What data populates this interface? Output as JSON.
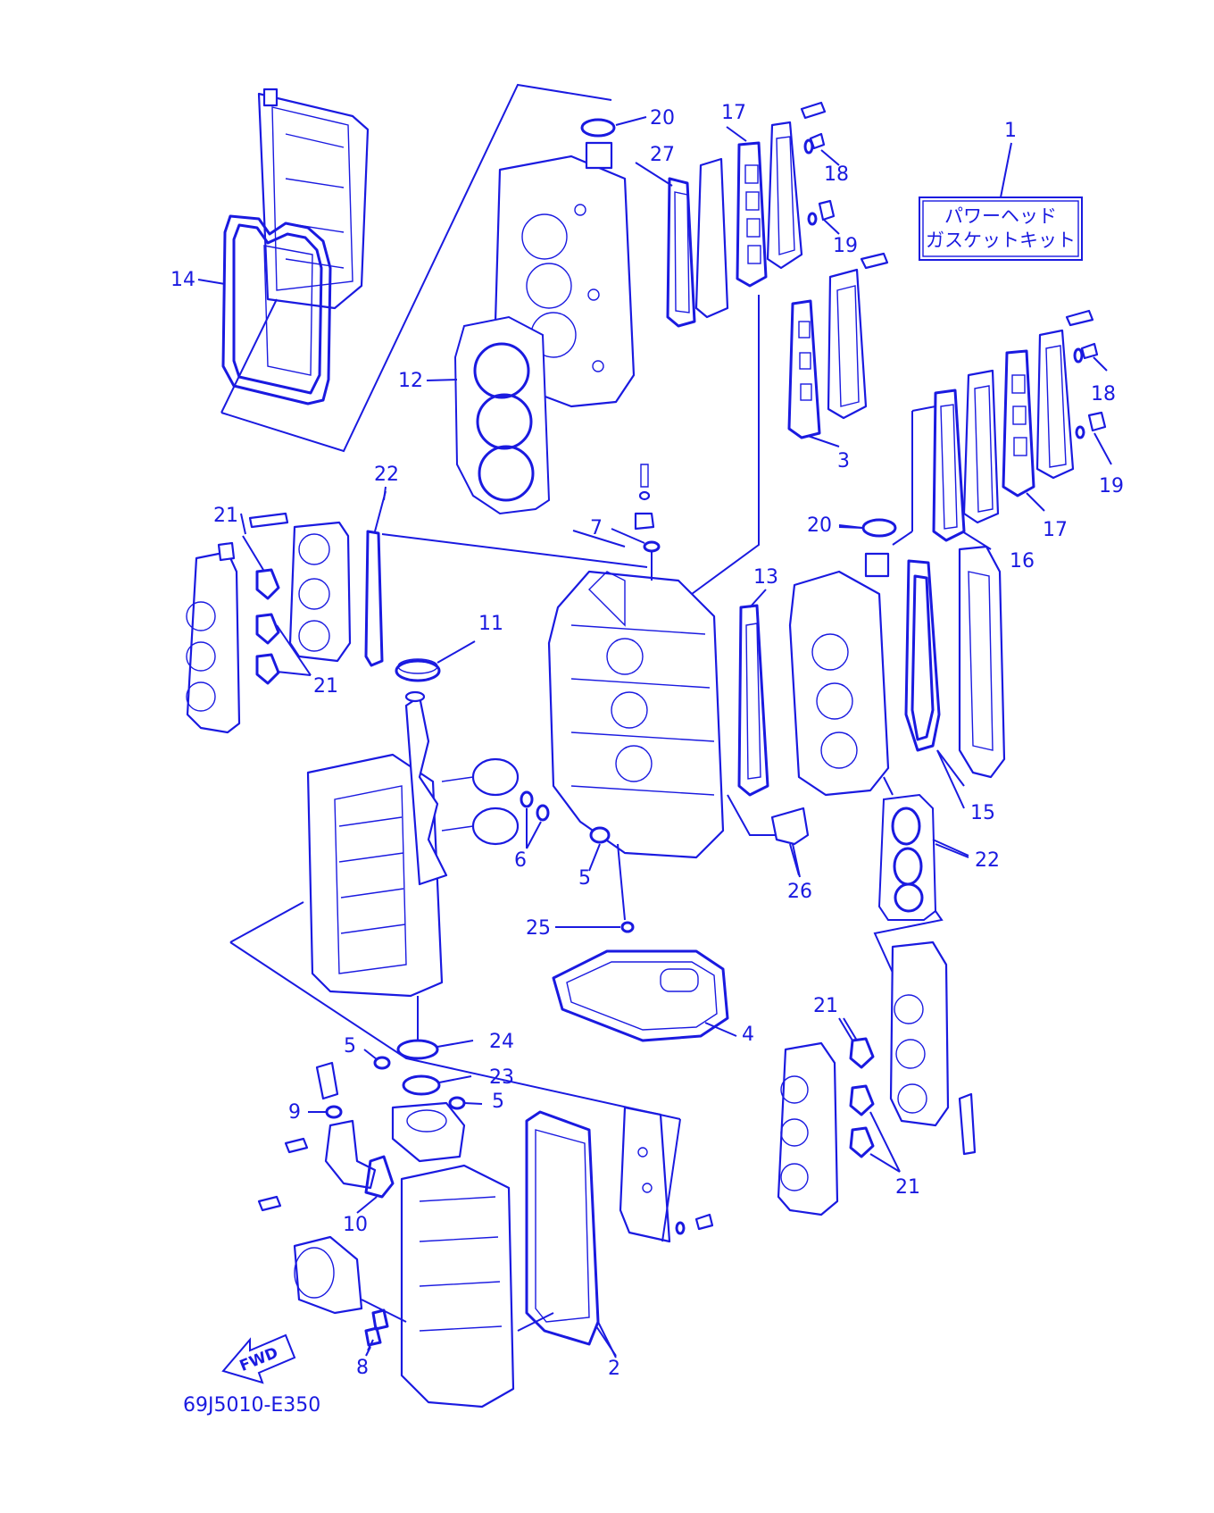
{
  "diagram": {
    "colors": {
      "ink": "#1a1ae0",
      "background": "#ffffff"
    },
    "kit_label": {
      "line1": "パワーヘッド",
      "line2": "ガスケットキット"
    },
    "diagram_code": "69J5010-E350",
    "fwd_label": "FWD",
    "callouts": {
      "c1": "1",
      "c2": "2",
      "c3": "3",
      "c4": "4",
      "c5a": "5",
      "c5b": "5",
      "c5c": "5",
      "c6": "6",
      "c7": "7",
      "c8": "8",
      "c9": "9",
      "c10": "10",
      "c11": "11",
      "c12": "12",
      "c13": "13",
      "c14": "14",
      "c15": "15",
      "c16": "16",
      "c17a": "17",
      "c17b": "17",
      "c18a": "18",
      "c18b": "18",
      "c19a": "19",
      "c19b": "19",
      "c20a": "20",
      "c20b": "20",
      "c21a": "21",
      "c21b": "21",
      "c21c": "21",
      "c21d": "21",
      "c22a": "22",
      "c22b": "22",
      "c23": "23",
      "c24": "24",
      "c25": "25",
      "c26": "26",
      "c27": "27"
    }
  }
}
